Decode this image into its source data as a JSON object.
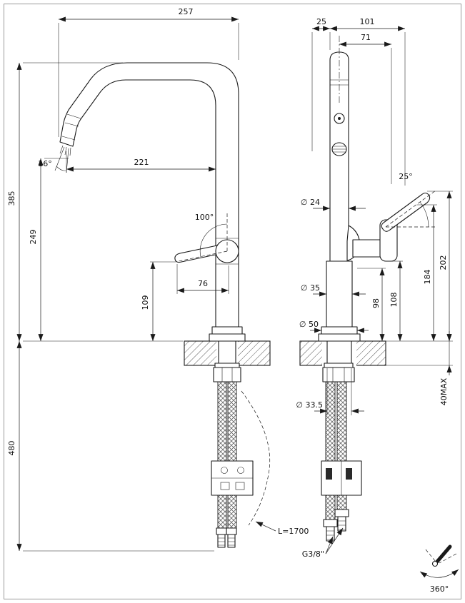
{
  "front_view": {
    "width_overall": "257",
    "height_total": "385",
    "height_outlet": "249",
    "spray_angle": "16°",
    "reach": "221",
    "handle_open_angle": "100°",
    "handle_length": "76",
    "handle_height": "109",
    "under_counter_drop": "480",
    "hose_length": "L=1700"
  },
  "side_view": {
    "top_offset": "25",
    "top_depth": "101",
    "handle_offset": "71",
    "body_diameter": "∅ 24",
    "lever_angle": "25°",
    "lever_tip_height": "202",
    "lever_height": "184",
    "handle_base_height": "108",
    "joint_height": "98",
    "lower_body_diameter": "∅ 35",
    "base_diameter": "∅ 50",
    "counter_thickness_max": "40MAX",
    "hole_diameter": "∅ 33.5",
    "connection_thread": "G3/8\""
  },
  "symbols": {
    "swivel_label": "360°"
  }
}
